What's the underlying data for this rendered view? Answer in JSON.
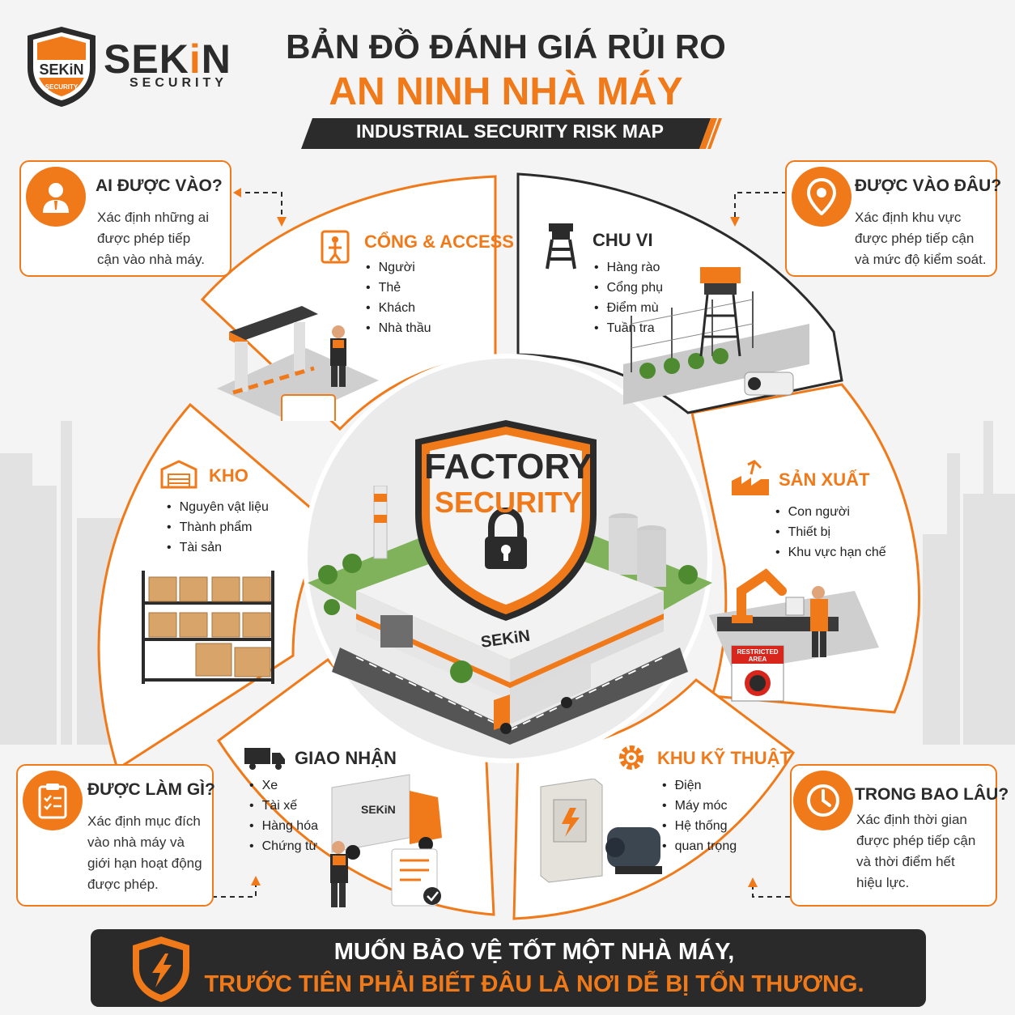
{
  "brand": {
    "badge_text": "SEKiN",
    "badge_sub": "SECURITY",
    "name_part1": "SEK",
    "name_part2": "i",
    "name_part3": "N",
    "sub": "SECURITY"
  },
  "title": {
    "line1": "BẢN ĐỒ ĐÁNH GIÁ RỦI RO",
    "line2": "AN NINH NHÀ MÁY",
    "line3": "INDUSTRIAL SECURITY RISK MAP"
  },
  "corner_cards": [
    {
      "title": "AI ĐƯỢC VÀO?",
      "icon": "person-icon",
      "lines": [
        "Xác định những ai",
        "được phép tiếp",
        "cận vào nhà máy."
      ]
    },
    {
      "title": "ĐƯỢC VÀO ĐÂU?",
      "icon": "location-pin-icon",
      "lines": [
        "Xác định khu vực",
        "được phép tiếp cận",
        "và mức độ kiểm soát."
      ]
    },
    {
      "title": "ĐƯỢC LÀM GÌ?",
      "icon": "checklist-icon",
      "lines": [
        "Xác định mục đích",
        "vào nhà máy và",
        "giới hạn hoạt động",
        "được phép."
      ]
    },
    {
      "title": "TRONG BAO LÂU?",
      "icon": "clock-icon",
      "lines": [
        "Xác định thời gian",
        "được phép tiếp cận",
        "và thời điểm hết",
        "hiệu lực."
      ]
    }
  ],
  "segments": {
    "gate": {
      "title": "CỔNG & ACCESS",
      "items": [
        "Người",
        "Thẻ",
        "Khách",
        "Nhà thầu"
      ]
    },
    "perimeter": {
      "title": "CHU VI",
      "items": [
        "Hàng rào",
        "Cổng phụ",
        "Điểm mù",
        "Tuần tra"
      ]
    },
    "warehouse": {
      "title": "KHO",
      "items": [
        "Nguyên vật liệu",
        "Thành phẩm",
        "Tài sản"
      ]
    },
    "production": {
      "title": "SẢN XUẤT",
      "items": [
        "Con người",
        "Thiết bị",
        "Khu vực hạn chế"
      ]
    },
    "logistics": {
      "title": "GIAO NHẬN",
      "items": [
        "Xe",
        "Tài xế",
        "Hàng hóa",
        "Chứng từ"
      ]
    },
    "technical": {
      "title": "KHU KỸ THUẬT",
      "items": [
        "Điện",
        "Máy móc",
        "Hệ thống",
        "quan trọng"
      ]
    }
  },
  "center": {
    "line1": "FACTORY",
    "line2": "SECURITY",
    "building_logo": "SEKiN",
    "truck_logo": "SEKiN"
  },
  "signs": {
    "restricted_line1": "RESTRICTED",
    "restricted_line2": "AREA"
  },
  "footer": {
    "line1": "MUỐN BẢO VỆ TỐT MỘT NHÀ MÁY,",
    "line2": "TRƯỚC TIÊN PHẢI BIẾT ĐÂU LÀ NƠI DỄ BỊ TỔN THƯƠNG."
  },
  "colors": {
    "accent": "#f07a1a",
    "dark": "#2b2b2b",
    "background": "#f4f4f4"
  }
}
